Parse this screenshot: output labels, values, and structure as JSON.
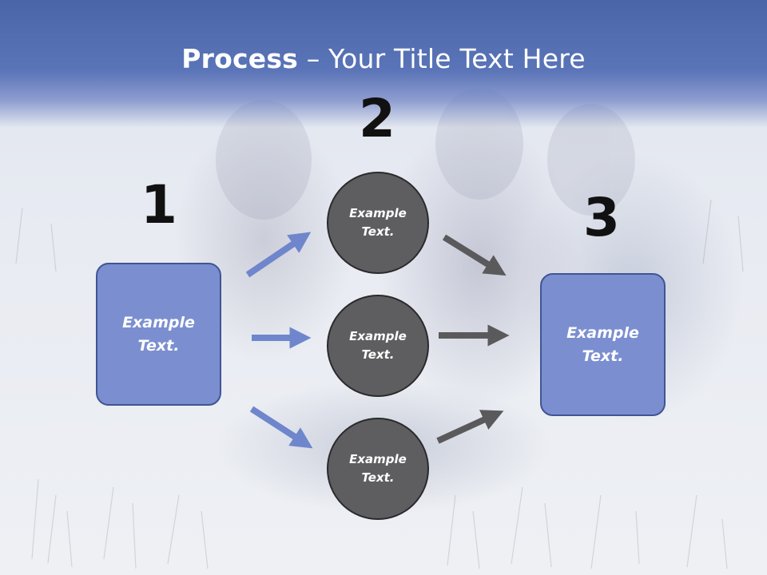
{
  "title": {
    "bold": "Process",
    "rest": " – Your Title Text Here"
  },
  "steps": {
    "one": "1",
    "two": "2",
    "three": "3"
  },
  "boxes": {
    "start": "Example Text.",
    "end": "Example Text."
  },
  "circles": {
    "top": "Example Text.",
    "middle": "Example Text.",
    "bottom": "Example Text."
  },
  "colors": {
    "title_band": "#4b66a8",
    "box_fill": "#7b8fd0",
    "box_border": "#3f5593",
    "circle_fill": "#5e5e60",
    "blue_arrow": "#6f86cc",
    "gray_arrow": "#5a5a5c"
  }
}
